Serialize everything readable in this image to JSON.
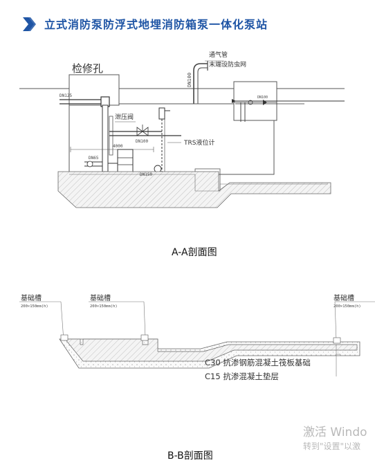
{
  "header": {
    "title": "立式消防泵防浮式地埋消防箱泵一体化泵站",
    "accent_color": "#1f55a5",
    "icon": "double-chevron-icon"
  },
  "section_aa": {
    "caption": "A-A剖面图",
    "labels": {
      "inspection_hole": "检修孔",
      "vent_pipe": "通气管",
      "vent_note": "末端设防虫网",
      "vent_dn": "DN100",
      "pipe_dn125": "DN125",
      "relief_valve": "泄压阀",
      "pipe_dn100": "DN100",
      "level_gauge": "TRS液位计",
      "dim_4000": "4000",
      "pipe_dn65": "DN65",
      "pipe_dn150": "DN150",
      "inlet_dn": "DN100"
    }
  },
  "section_bb": {
    "caption": "B-B剖面图",
    "labels": {
      "groove_left": "基础槽",
      "groove_left_size": "200×150mm(h)",
      "groove_mid": "基础槽",
      "groove_mid_size": "200×150mm(h)",
      "groove_right": "基础槽",
      "groove_right_size": "200×150mm(h)",
      "raft_note": "C30 抗渗钢筋混凝土筏板基础",
      "cushion_note": "C15 抗渗混凝土垫层"
    }
  },
  "watermark": {
    "line1": "激活 Windo",
    "line2": "转到\"设置\"以激"
  }
}
